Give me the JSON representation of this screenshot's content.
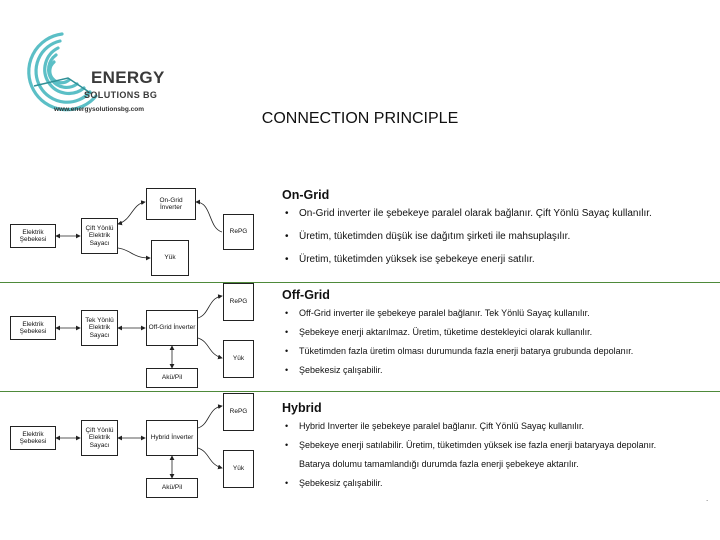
{
  "logo": {
    "word1": "ENERGY",
    "word2": "SOLUTIONS BG",
    "url": "www.energysolutionsbg.com",
    "brand_color": "#5bbfc6"
  },
  "title": "CONNECTION PRINCIPLE",
  "sections": [
    {
      "title": "On-Grid",
      "bullets": [
        "On-Grid inverter ile şebekeye paralel olarak bağlanır. Çift Yönlü Sayaç kullanılır.",
        "Üretim, tüketimden düşük ise dağıtım şirketi ile mahsuplaşılır.",
        "Üretim, tüketimden yüksek ise şebekeye enerji satılır."
      ],
      "diagram": {
        "grid": "Elektrik Şebekesi",
        "meter": "Çift Yönlü Elektrik Sayacı",
        "inverter": "On-Grid İnverter",
        "source": "RePG",
        "load": "Yük"
      }
    },
    {
      "title": "Off-Grid",
      "bullets": [
        "Off-Grid inverter ile şebekeye paralel bağlanır. Tek Yönlü Sayaç kullanılır.",
        "Şebekeye enerji aktarılmaz. Üretim, tüketime destekleyici olarak kullanılır.",
        "Tüketimden fazla üretim olması durumunda fazla enerji batarya grubunda depolanır.",
        "Şebekesiz çalışabilir."
      ],
      "diagram": {
        "grid": "Elektrik Şebekesi",
        "meter": "Tek Yönlü Elektrik Sayacı",
        "inverter": "Off-Grid İnverter",
        "source": "RePG",
        "load": "Yük",
        "battery": "Akü/Pil"
      }
    },
    {
      "title": "Hybrid",
      "bullets": [
        "Hybrid Inverter ile şebekeye paralel bağlanır. Çift Yönlü Sayaç kullanılır.",
        "Şebekeye enerji satılabilir. Üretim, tüketimden yüksek ise fazla enerji bataryaya depolanır.",
        "Şebekesiz çalışabilir."
      ],
      "bullet2_continuation": "Batarya dolumu tamamlandığı durumda fazla enerji şebekeye aktarılır.",
      "diagram": {
        "grid": "Elektrik Şebekesi",
        "meter": "Çift Yönlü Elektrik Sayacı",
        "inverter": "Hybrid İnverter",
        "source": "RePG",
        "load": "Yük",
        "battery": "Akü/Pil"
      }
    }
  ],
  "footer_mark": "."
}
